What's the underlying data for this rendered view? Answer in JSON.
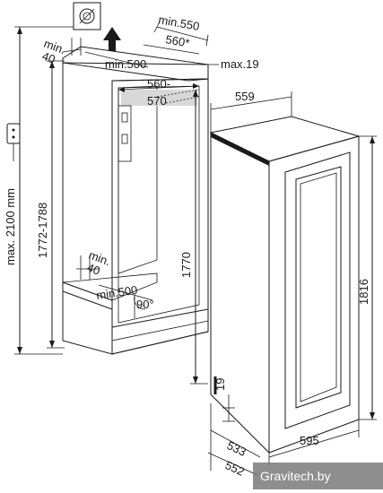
{
  "labels": {
    "top_depth_min": "min.550",
    "top_depth_star": "560*",
    "left_gap_min": "min.",
    "left_gap_val": "40",
    "top_vent_min": "min.500",
    "max_19": "max.19",
    "inner_width_a": "560-",
    "inner_width_b": "570",
    "appliance_width": "559",
    "total_height": "max. 2100 mm",
    "niche_height": "1772-1788",
    "inner_height": "1770",
    "appliance_height": "1816",
    "bottom_gap_min": "min.",
    "bottom_gap_val": "40",
    "bottom_vent_min": "min.500",
    "angle": "90°",
    "bottom_19": "19",
    "depth_533": "533",
    "depth_552": "552",
    "front_width": "595",
    "watermark": "Gravitech.by"
  },
  "colors": {
    "line": "#1a1a1a",
    "niche_fill": "#f4f4f4",
    "interior_fill": "#e6e6e6",
    "appliance_body": "#f0f0f0",
    "door_panel": "#e8e8e8",
    "watermark_bg": "#7a7a7a"
  },
  "icons": [
    "plug-icon",
    "vent-grille-icon",
    "air-flow-arrow-icon"
  ]
}
